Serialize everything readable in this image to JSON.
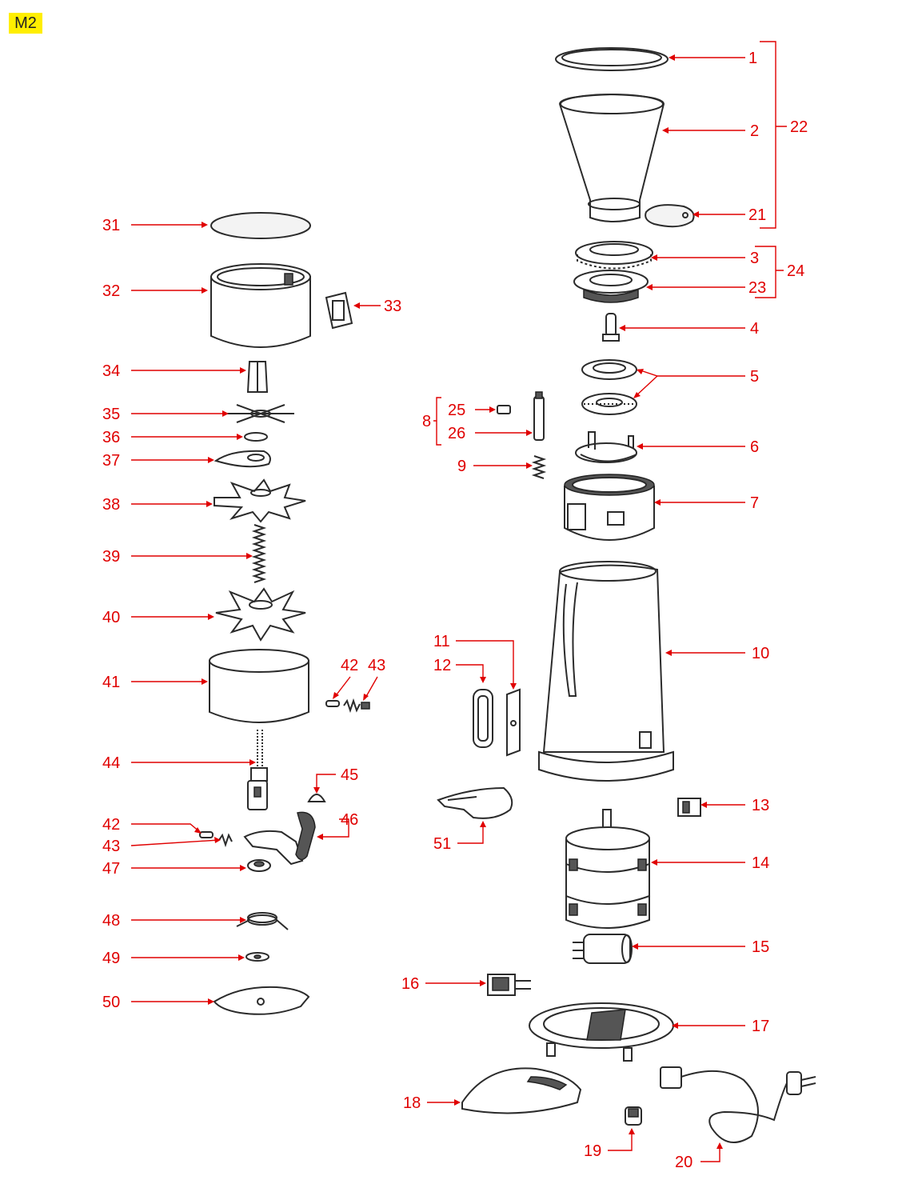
{
  "page": {
    "tag": "M2"
  },
  "labels": [
    {
      "id": "1",
      "text": "1"
    },
    {
      "id": "2",
      "text": "2"
    },
    {
      "id": "3",
      "text": "3"
    },
    {
      "id": "4",
      "text": "4"
    },
    {
      "id": "5",
      "text": "5"
    },
    {
      "id": "6",
      "text": "6"
    },
    {
      "id": "7",
      "text": "7"
    },
    {
      "id": "8",
      "text": "8"
    },
    {
      "id": "9",
      "text": "9"
    },
    {
      "id": "10",
      "text": "10"
    },
    {
      "id": "11",
      "text": "11"
    },
    {
      "id": "12",
      "text": "12"
    },
    {
      "id": "13",
      "text": "13"
    },
    {
      "id": "14",
      "text": "14"
    },
    {
      "id": "15",
      "text": "15"
    },
    {
      "id": "16",
      "text": "16"
    },
    {
      "id": "17",
      "text": "17"
    },
    {
      "id": "18",
      "text": "18"
    },
    {
      "id": "19",
      "text": "19"
    },
    {
      "id": "20",
      "text": "20"
    },
    {
      "id": "21",
      "text": "21"
    },
    {
      "id": "22",
      "text": "22"
    },
    {
      "id": "23",
      "text": "23"
    },
    {
      "id": "24",
      "text": "24"
    },
    {
      "id": "25",
      "text": "25"
    },
    {
      "id": "26",
      "text": "26"
    },
    {
      "id": "31",
      "text": "31"
    },
    {
      "id": "32",
      "text": "32"
    },
    {
      "id": "33",
      "text": "33"
    },
    {
      "id": "34",
      "text": "34"
    },
    {
      "id": "35",
      "text": "35"
    },
    {
      "id": "36",
      "text": "36"
    },
    {
      "id": "37",
      "text": "37"
    },
    {
      "id": "38",
      "text": "38"
    },
    {
      "id": "39",
      "text": "39"
    },
    {
      "id": "40",
      "text": "40"
    },
    {
      "id": "41",
      "text": "41"
    },
    {
      "id": "42a",
      "text": "42"
    },
    {
      "id": "43a",
      "text": "43"
    },
    {
      "id": "44",
      "text": "44"
    },
    {
      "id": "45",
      "text": "45"
    },
    {
      "id": "42b",
      "text": "42"
    },
    {
      "id": "43b",
      "text": "43"
    },
    {
      "id": "46",
      "text": "46"
    },
    {
      "id": "47",
      "text": "47"
    },
    {
      "id": "48",
      "text": "48"
    },
    {
      "id": "49",
      "text": "49"
    },
    {
      "id": "50",
      "text": "50"
    },
    {
      "id": "51",
      "text": "51"
    }
  ],
  "colors": {
    "label": "#e00000",
    "badge": "#ffee00",
    "outline": "#2b2b2b"
  }
}
